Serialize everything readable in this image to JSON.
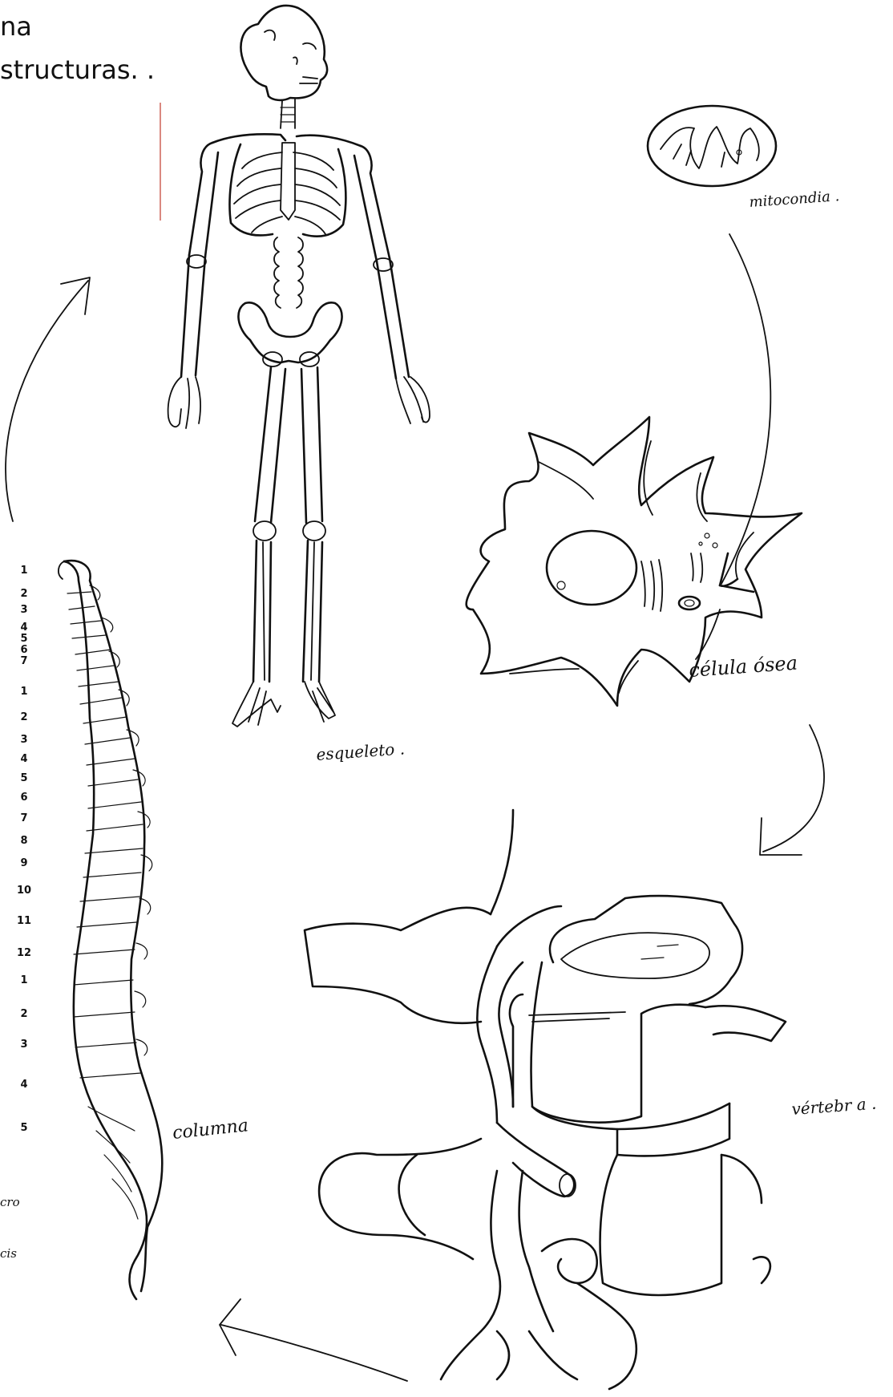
{
  "heading": {
    "line1": "na",
    "line2": "structuras. ."
  },
  "labels": {
    "skeleton": "esqueleto .",
    "mitochondria": "mitocondia .",
    "bone_cell": "célula ósea",
    "vertebra": "vértebr a .",
    "column": "columna",
    "sacrum_fragment": "cro",
    "coccyx_fragment": "cis"
  },
  "spine_numbers": [
    "1",
    "2",
    "3",
    "4",
    "5",
    "6",
    "7",
    "1",
    "2",
    "3",
    "4",
    "5",
    "6",
    "7",
    "8",
    "9",
    "10",
    "11",
    "12",
    "1",
    "2",
    "3",
    "4",
    "5"
  ],
  "colors": {
    "ink": "#111111",
    "margin_line": "#c0392b",
    "paper": "#ffffff"
  }
}
